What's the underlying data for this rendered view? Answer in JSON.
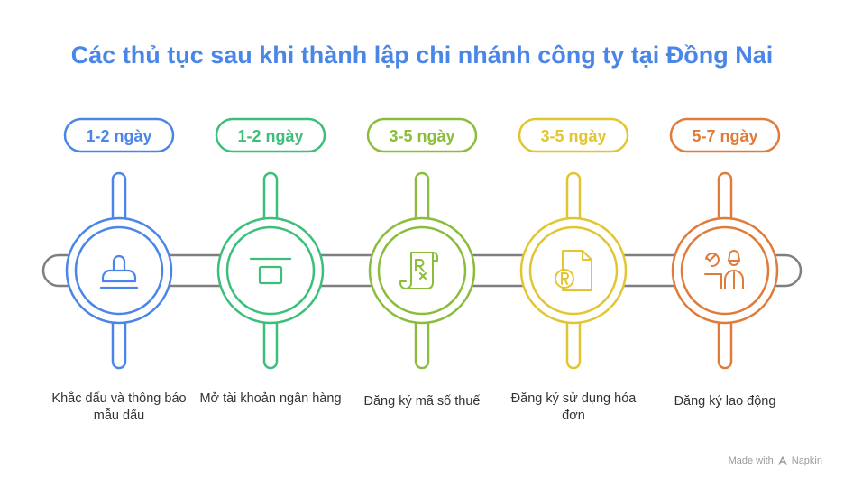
{
  "title": "Các thủ tục sau khi thành lập chi nhánh công ty tại Đồng Nai",
  "colors": {
    "title": "#4a86e8",
    "track": "#7f7f7f"
  },
  "steps": [
    {
      "duration": "1-2 ngày",
      "label": "Khắc dấu và thông báo mẫu dấu",
      "icon": "stamp-icon",
      "color": "#4a86e8"
    },
    {
      "duration": "1-2 ngày",
      "label": "Mở tài khoản ngân hàng",
      "icon": "bank-card-icon",
      "color": "#3cbf7a"
    },
    {
      "duration": "3-5 ngày",
      "label": "Đăng ký mã số thuế",
      "icon": "tax-receipt-icon",
      "color": "#8bbd3a"
    },
    {
      "duration": "3-5 ngày",
      "label": "Đăng ký sử dụng hóa đơn",
      "icon": "invoice-document-icon",
      "color": "#e3c531"
    },
    {
      "duration": "5-7 ngày",
      "label": "Đăng ký lao động",
      "icon": "labor-worker-icon",
      "color": "#e07b39"
    }
  ],
  "footer": {
    "made_with": "Made with",
    "brand": "Napkin"
  }
}
